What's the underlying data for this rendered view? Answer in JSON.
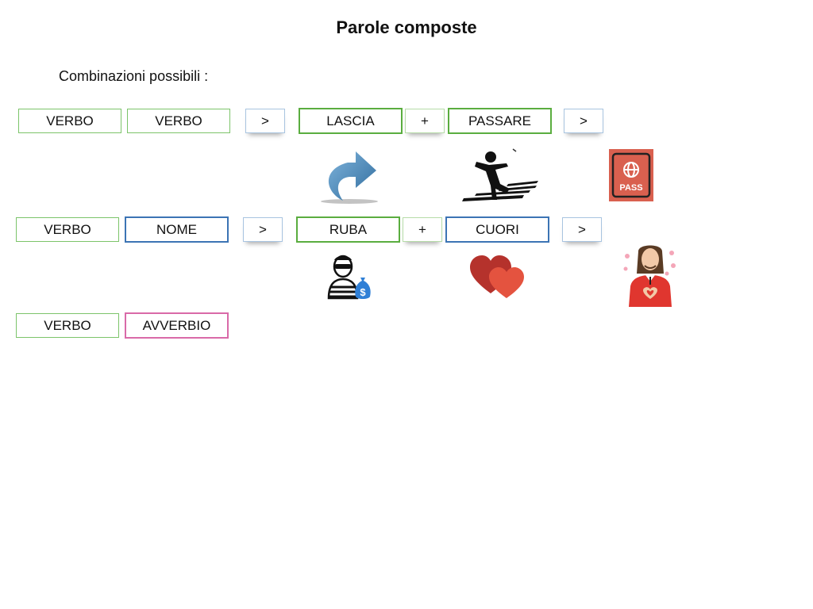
{
  "title": "Parole composte",
  "subtitle": "Combinazioni possibili :",
  "rows": [
    {
      "types": [
        "VERBO",
        "VERBO"
      ],
      "arrow1": ">",
      "word1": "LASCIA",
      "plus": "+",
      "word2": "PASSARE",
      "arrow2": ">",
      "images": [
        "redo-arrow-icon",
        "person-tripping-icon",
        "passport-icon"
      ],
      "passport_label": "PASS"
    },
    {
      "types": [
        "VERBO",
        "NOME"
      ],
      "arrow1": ">",
      "word1": "RUBA",
      "plus": "+",
      "word2": "CUORI",
      "arrow2": ">",
      "images": [
        "thief-icon",
        "two-hearts-icon",
        "heartthrob-man-icon"
      ],
      "money_symbol": "$"
    },
    {
      "types": [
        "VERBO",
        "AVVERBIO"
      ]
    }
  ],
  "colors": {
    "verb_border": "#5aad3f",
    "noun_border": "#3c74b4",
    "adverb_border": "#d96aa8",
    "heart_dark": "#b5322c",
    "heart_light": "#e4533f",
    "passport": "#d9604f"
  }
}
